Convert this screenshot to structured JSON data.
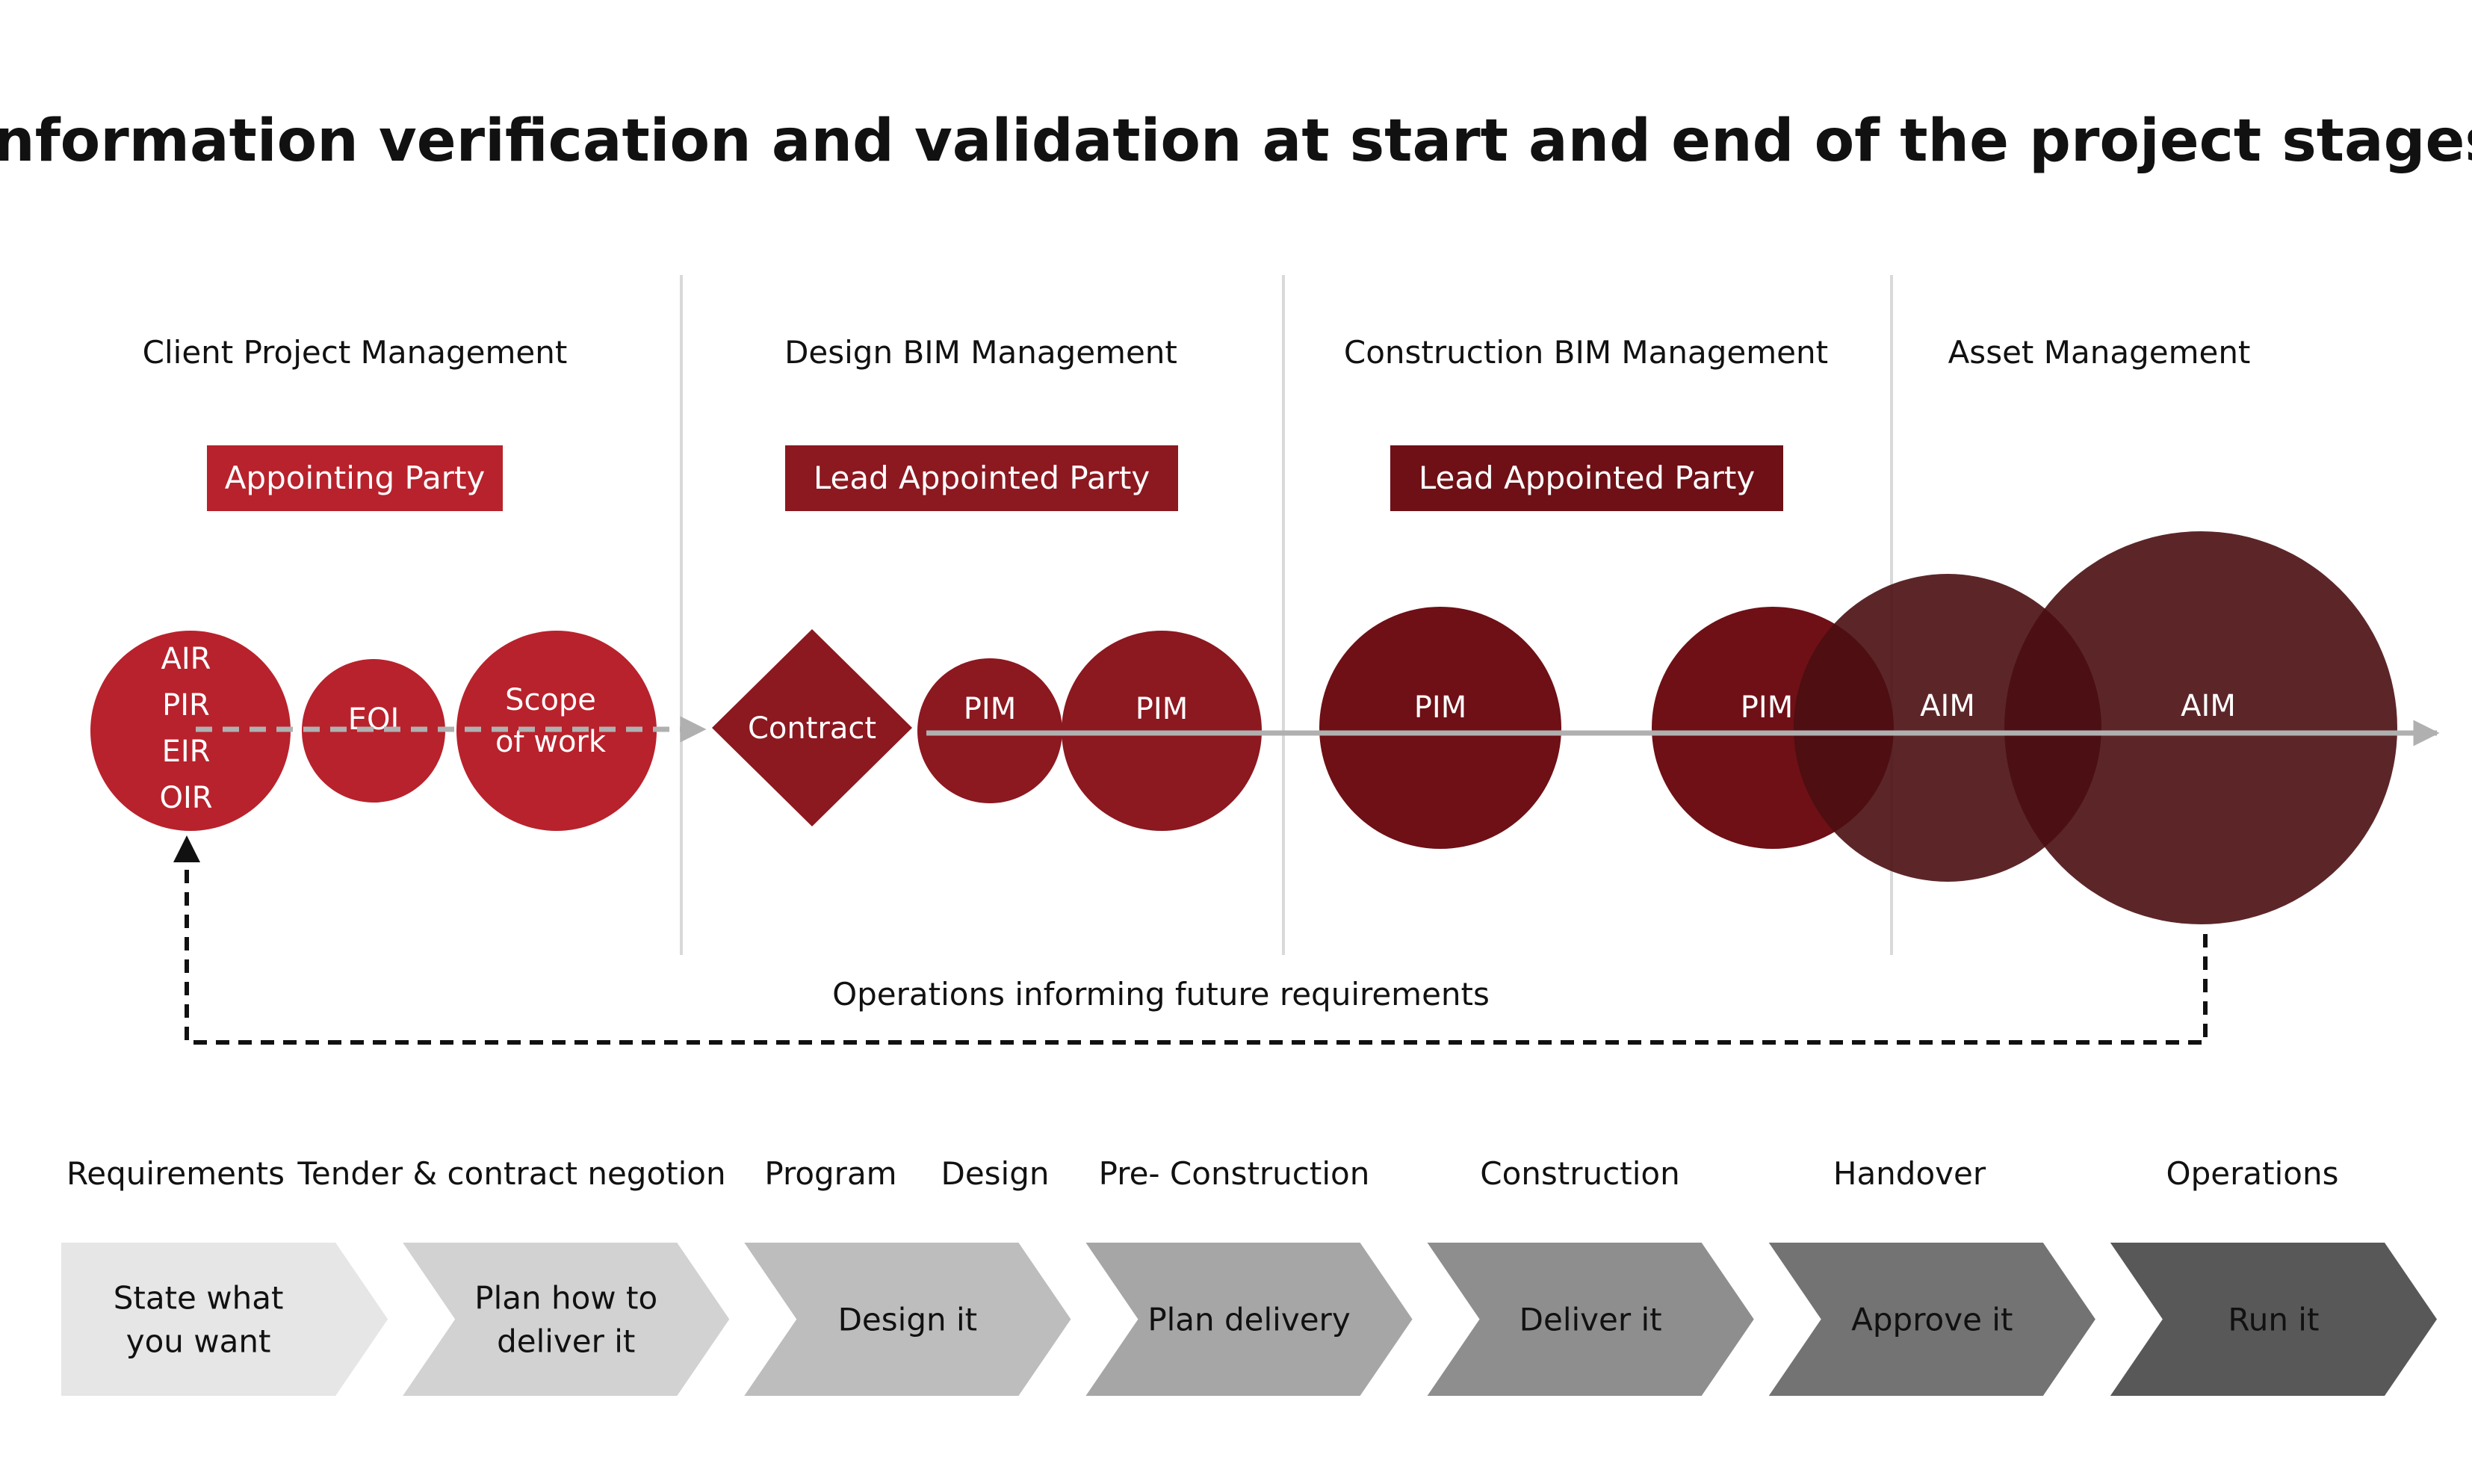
{
  "title": "Information verification and validation at start and end of the project stages",
  "sections": [
    "Client Project Management",
    "Design BIM Management",
    "Construction BIM Management",
    "Asset Management"
  ],
  "badges": [
    "Appointing Party",
    "Lead Appointed Party",
    "Lead Appointed Party"
  ],
  "shapes": {
    "requirements": [
      "AIR",
      "PIR",
      "EIR",
      "OIR"
    ],
    "eoi": "EOI",
    "scope": [
      "Scope",
      "of work"
    ],
    "contract": "Contract",
    "pim_small": "PIM",
    "pim_medium": "PIM",
    "pim_construction": "PIM",
    "pim_overlap": "PIM",
    "aim_medium": "AIM",
    "aim_large": "AIM"
  },
  "feedback_label": "Operations informing future requirements",
  "stage_labels": [
    "Requirements",
    "Tender & contract negotion",
    "Program",
    "Design",
    "Pre- Construction",
    "Construction",
    "Handover",
    "Operations"
  ],
  "chevrons": [
    [
      "State what",
      "you want"
    ],
    [
      "Plan how to",
      "deliver it"
    ],
    [
      "Design it"
    ],
    [
      "Plan delivery"
    ],
    [
      "Deliver it"
    ],
    [
      "Approve it"
    ],
    [
      "Run it"
    ]
  ],
  "colors": {
    "red_bright": "#b8222c",
    "red_medium": "#8c1820",
    "red_dark": "#6e1016",
    "maroon_transparent": "#4a0e12",
    "arrow_grey": "#b0b0b0",
    "chevron_fills": [
      "#e6e6e6",
      "#d2d2d2",
      "#bdbdbd",
      "#a6a6a6",
      "#8e8e8e",
      "#737373",
      "#585858"
    ]
  }
}
